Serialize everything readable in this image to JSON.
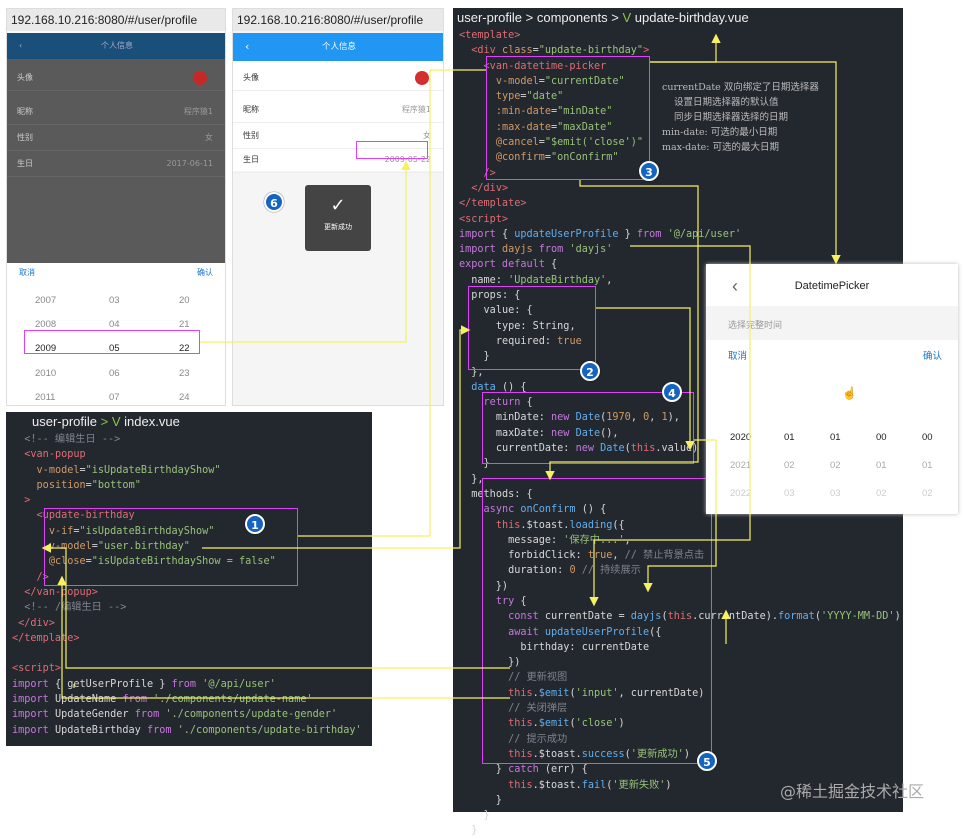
{
  "screenA": {
    "url": "192.168.10.216:8080/#/user/profile",
    "header": "个人信息",
    "rows": [
      {
        "label": "头像",
        "value": ""
      },
      {
        "label": "昵称",
        "value": "程序猿1"
      },
      {
        "label": "性别",
        "value": "女"
      },
      {
        "label": "生日",
        "value": "2017-06-11"
      }
    ],
    "cancel": "取消",
    "confirm": "确认",
    "years": [
      "2007",
      "2008",
      "2009",
      "2010",
      "2011"
    ],
    "months": [
      "03",
      "04",
      "05",
      "06",
      "07"
    ],
    "days": [
      "20",
      "21",
      "22",
      "23",
      "24"
    ]
  },
  "screenB": {
    "url": "192.168.10.216:8080/#/user/profile",
    "header": "个人信息",
    "rows": [
      {
        "label": "头像",
        "value": ""
      },
      {
        "label": "昵称",
        "value": "程序猿1"
      },
      {
        "label": "性别",
        "value": "女"
      },
      {
        "label": "生日",
        "value": "2009-05-22"
      }
    ],
    "toast": "更新成功"
  },
  "indexPanel": {
    "breadcrumb": "user-profile",
    "file": "index.vue"
  },
  "mainPanel": {
    "breadcrumb": "user-profile > components >",
    "file": "update-birthday.vue"
  },
  "annotation": {
    "l1": "currentDate 双向绑定了日期选择器",
    "l2": "设置日期选择器的默认值",
    "l3": "同步日期选择器选择的日期",
    "l4": "min-date: 可选的最小日期",
    "l5": "max-date: 可选的最大日期"
  },
  "picker": {
    "title": "DatetimePicker",
    "subtitle": "选择完整时间",
    "cancel": "取消",
    "confirm": "确认",
    "rows": [
      [
        "2020",
        "01",
        "01",
        "00",
        "00"
      ],
      [
        "2021",
        "02",
        "02",
        "01",
        "01"
      ],
      [
        "2022",
        "03",
        "03",
        "02",
        "02"
      ]
    ]
  },
  "badges": [
    "1",
    "2",
    "3",
    "4",
    "5",
    "6"
  ],
  "watermark": "@稀土掘金技术社区",
  "colors": {
    "accent": "#e040fb",
    "arrow": "#f5f064",
    "badge": "#1565c0",
    "header": "#2196f3"
  }
}
